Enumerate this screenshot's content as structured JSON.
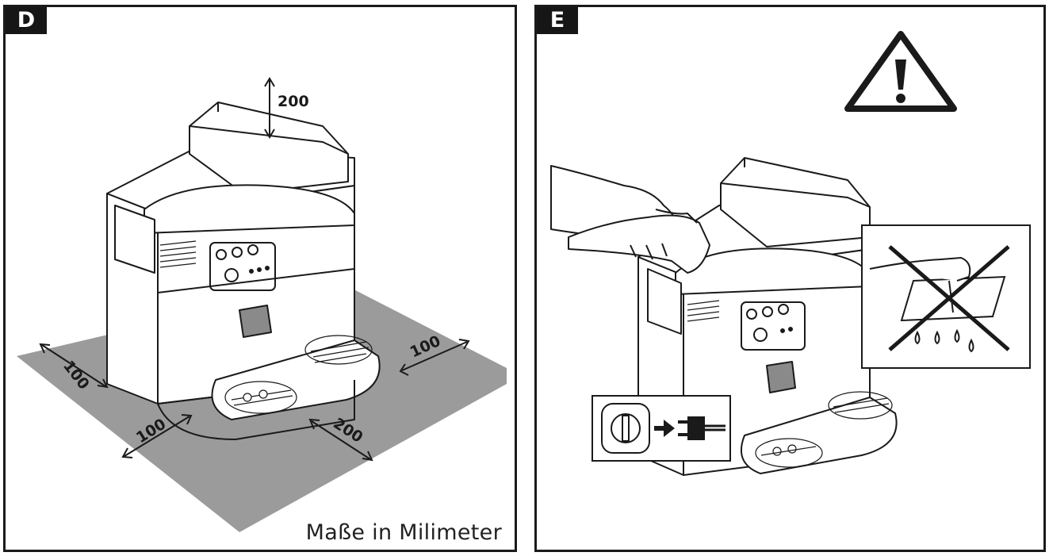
{
  "panels": [
    {
      "tag": "D",
      "dimensions": {
        "top": "200",
        "left": "100",
        "right": "100",
        "front_left": "100",
        "front_right": "200"
      },
      "caption": "Maße in Milimeter"
    },
    {
      "tag": "E",
      "icons": [
        "warning-triangle-icon",
        "unplug-plug-icon",
        "no-water-icon",
        "hand-with-cloth-icon"
      ]
    }
  ],
  "colors": {
    "clearance_area": "#9b9b9b",
    "line": "#1a1a1a",
    "tag_bg": "#161616"
  }
}
